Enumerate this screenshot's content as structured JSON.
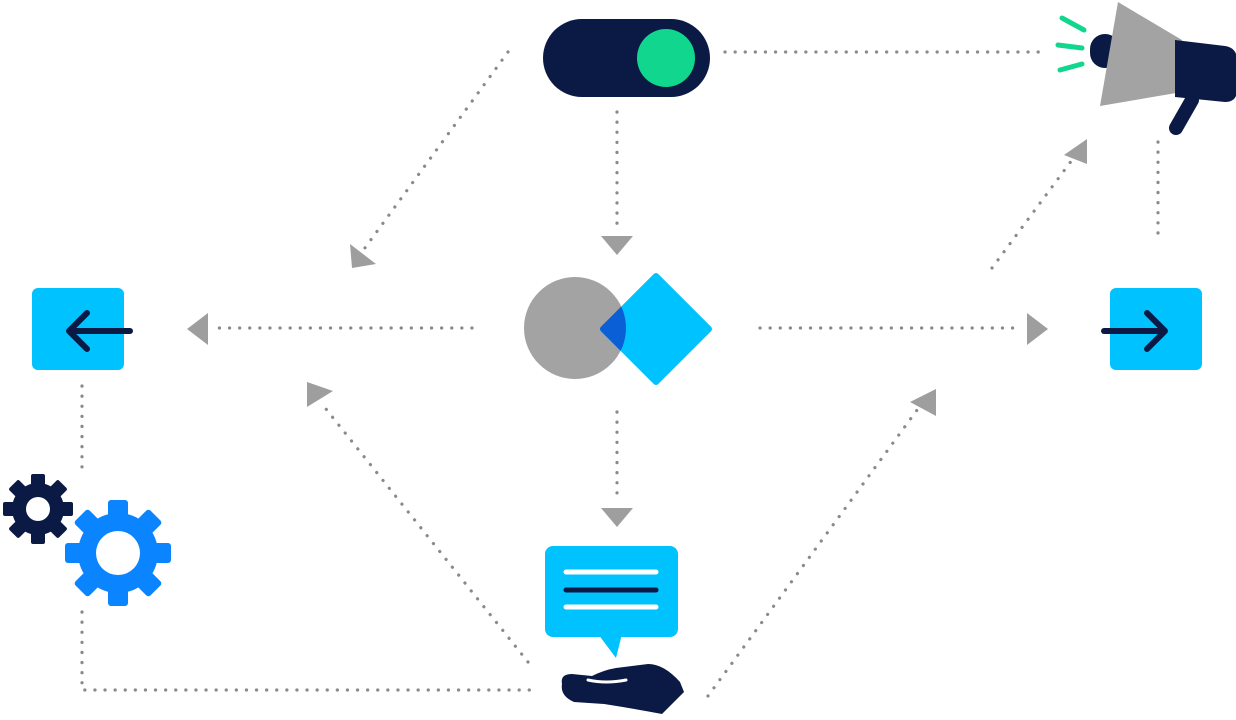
{
  "palette": {
    "navy": "#0b1a45",
    "cyan": "#00c2ff",
    "blue": "#0a84ff",
    "grey": "#a3a3a3",
    "green": "#10d68e",
    "connector": "#8a8a8a",
    "overlap": "#0a5fd6"
  },
  "nodes": [
    {
      "id": "toggle",
      "icon": "toggle-switch-icon",
      "state": "on"
    },
    {
      "id": "megaphone",
      "icon": "megaphone-icon"
    },
    {
      "id": "left-arrow-box",
      "icon": "arrow-left-icon"
    },
    {
      "id": "right-arrow-box",
      "icon": "arrow-right-icon"
    },
    {
      "id": "shapes-hub",
      "icon": "circle-and-diamond-icon"
    },
    {
      "id": "gears",
      "icon": "gears-icon"
    },
    {
      "id": "chat-hand",
      "icon": "chat-bubble-with-hand-icon"
    }
  ],
  "edges": [
    {
      "from": "toggle",
      "to": "shapes-hub"
    },
    {
      "from": "toggle",
      "to": "megaphone"
    },
    {
      "from": "shapes-hub",
      "to": "left-arrow-box"
    },
    {
      "from": "shapes-hub",
      "to": "right-arrow-box"
    },
    {
      "from": "shapes-hub",
      "to": "chat-hand"
    },
    {
      "from": "left-arrow-box",
      "to": "gears"
    },
    {
      "from": "gears",
      "to": "chat-hand"
    },
    {
      "from": "chat-hand",
      "to": "megaphone"
    }
  ]
}
